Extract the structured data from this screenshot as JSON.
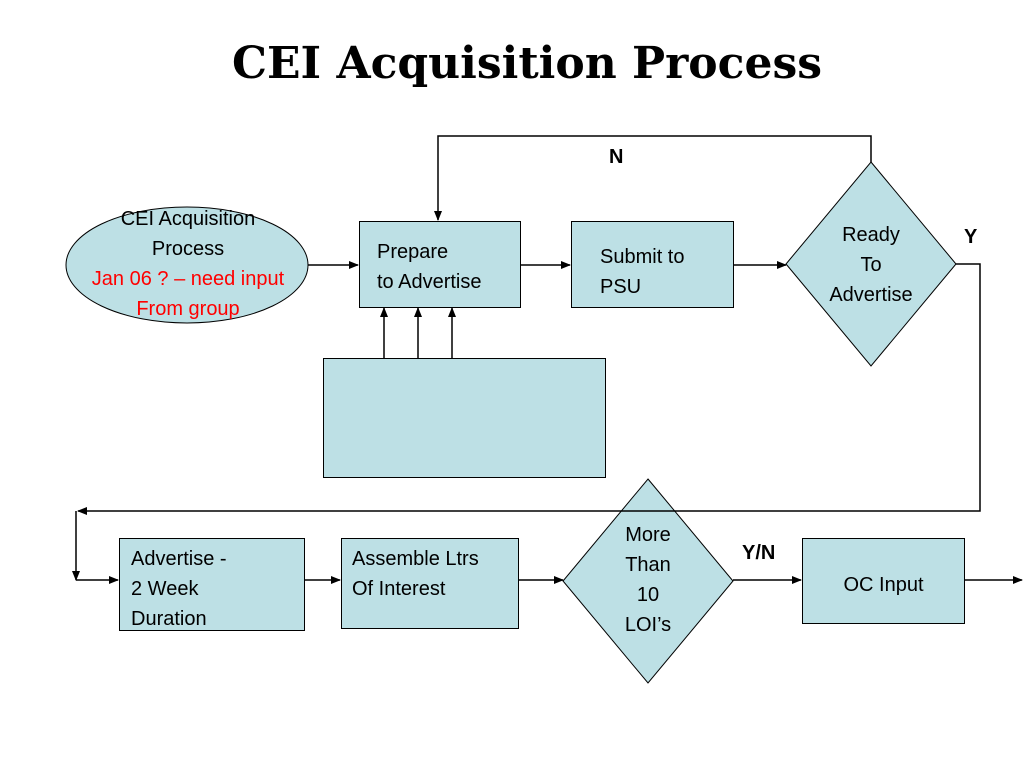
{
  "title": "CEI Acquisition Process",
  "start": {
    "line1": "CEI Acquisition",
    "line2": "Process",
    "note1": "Jan 06 ? – need input",
    "note2": "From group"
  },
  "prepare": {
    "line1": "Prepare",
    "line2": "to Advertise"
  },
  "submit": {
    "line1": "Submit to",
    "line2": "PSU"
  },
  "ready": {
    "line1": "Ready",
    "line2": "To",
    "line3": "Advertise"
  },
  "advertise": {
    "line1": "Advertise -",
    "line2": "2 Week",
    "line3": "Duration"
  },
  "assemble": {
    "line1": "Assemble Ltrs",
    "line2": "Of Interest"
  },
  "more": {
    "line1": "More",
    "line2": "Than",
    "line3": "10",
    "line4": "LOI’s"
  },
  "oc": {
    "label": "OC Input"
  },
  "labels": {
    "n": "N",
    "y": "Y",
    "yn": "Y/N"
  },
  "colors": {
    "shape_fill": "#bde0e5",
    "note_text": "#ff0000"
  }
}
